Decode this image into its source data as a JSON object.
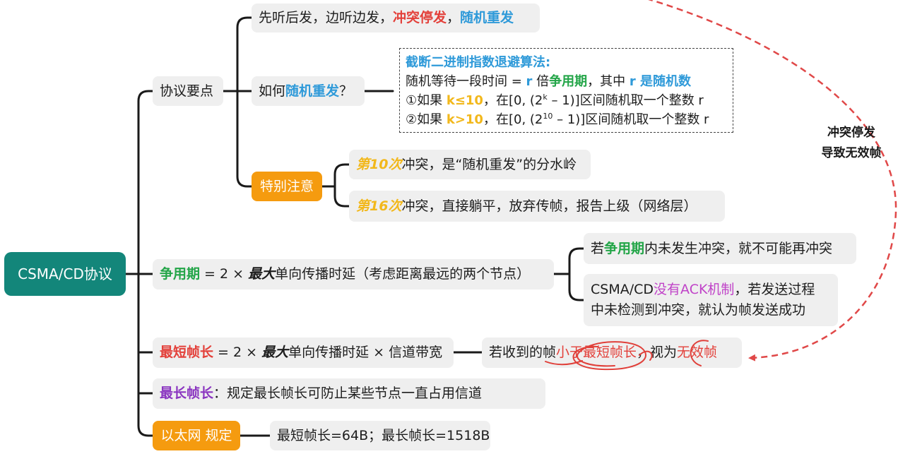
{
  "colors": {
    "root_bg": "#13867a",
    "highlight_bg": "#f59b0f",
    "node_bg": "#efefef",
    "red": "#e3403a",
    "blue": "#2f9ad9",
    "green": "#23a548",
    "gold": "#f2b81c",
    "purple": "#8a35c0",
    "magenta": "#c043c8",
    "arrow": "#e04848"
  },
  "root": {
    "label": "CSMA/CD协议"
  },
  "protocol_points": {
    "label": "协议要点",
    "principle": {
      "a": "先听后发，边听边发，",
      "b": "冲突停发",
      "c": "，",
      "d": "随机重发"
    },
    "how_to_retransmit": {
      "a": "如何",
      "b": "随机重发",
      "c": "？"
    },
    "backoff": {
      "title": "截断二进制指数退避算法:",
      "line1": {
        "a": "随机等待一段时间 = ",
        "b": "r",
        "c": " 倍",
        "d": "争用期",
        "e": "，其中 ",
        "f": "r 是随机数"
      },
      "line2": {
        "a": "①如果 ",
        "b": "k≤10",
        "c": "，在[0, (2",
        "sup": "k",
        "d": " – 1)]区间随机取一个整数 r"
      },
      "line3": {
        "a": "②如果 ",
        "b": "k>10",
        "c": "，在[0, (2",
        "sup": "10",
        "d": " – 1)]区间随机取一个整数 r"
      }
    },
    "special_notes": {
      "label": "特别注意",
      "items": [
        {
          "em": "第10次",
          "text": "冲突，是“随机重发”的分水岭"
        },
        {
          "em": "第16次",
          "text": "冲突，直接躺平，放弃传帧，报告上级（网络层）"
        }
      ]
    }
  },
  "contention_period": {
    "term": "争用期",
    "eq": " = 2 × ",
    "emph": "最大",
    "rest": "单向传播时延（考虑距离最远的两个节点）",
    "no_collision": {
      "a": "若",
      "b": "争用期",
      "c": "内未发生冲突，就不可能再冲突"
    },
    "no_ack": {
      "a": "CSMA/CD",
      "b": "没有ACK机制",
      "c1": "，若发送过程",
      "c2": "中未检测到冲突，就认为帧发送成功"
    }
  },
  "min_frame": {
    "term": "最短帧长",
    "eq": " = 2 × ",
    "emph": "最大",
    "rest": "单向传播时延 × 信道带宽",
    "rule": {
      "a": "若收到的帧",
      "b": "小于最短帧长",
      "c": "，视为",
      "d": "无效帧"
    }
  },
  "max_frame": {
    "term": "最长帧长",
    "rest": "：规定最长帧长可防止某些节点一直占用信道"
  },
  "ethernet": {
    "label": "以太网 规定",
    "values": "最短帧长=64B；最长帧长=1518B"
  },
  "arrow_note": {
    "line1": "冲突停发",
    "line2": "导致无效帧"
  }
}
